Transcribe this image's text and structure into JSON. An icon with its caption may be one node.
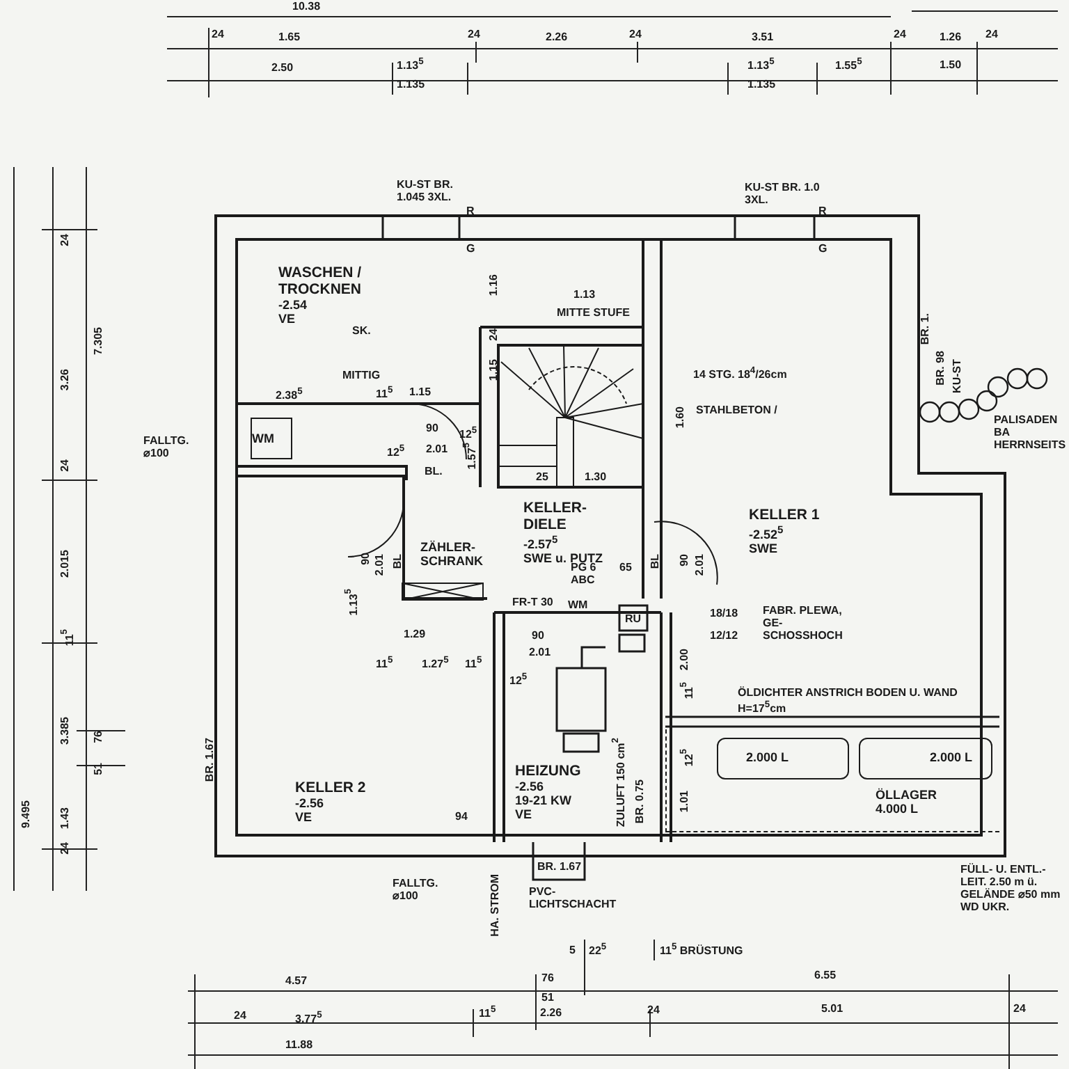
{
  "diagram": {
    "nodes": [
      {
        "text": [
          "WASCHEN / TROCKNEN",
          "-2.54",
          "VE"
        ]
      },
      {
        "text": [
          "WM"
        ],
        "in": 0
      },
      {
        "text": [
          "KELLER-DIELE",
          "-2.57$^{5}$",
          "SWE u. PUTZ"
        ]
      },
      {
        "text": [
          "KELLER 1",
          "-2.52$^{5}$",
          "SWE"
        ]
      },
      {
        "text": [
          "KELLER 2",
          "-2.56",
          "VE"
        ]
      },
      {
        "text": [
          "HEIZUNG",
          "-2.56",
          "19-21 KW",
          "VE"
        ]
      },
      {
        "text": [
          "ÖLLAGER 4.000 L"
        ]
      },
      {
        "text": [
          "2.000 L"
        ],
        "in": 6
      },
      {
        "text": [
          "2.000 L"
        ],
        "in": 6
      },
      {
        "text": [
          "ZÄHLER-SCHRANK"
        ]
      }
    ],
    "labels": [
      "10.38",
      "24",
      "1.65",
      "24",
      "2.26",
      "24",
      "3.51",
      "24",
      "1.26",
      "24",
      "2.50",
      "1.13$^{5}$",
      "1.135",
      "1.13$^{5}$",
      "1.135",
      "1.55$^{5}$",
      "1.50",
      "9.495",
      "24",
      "3.26",
      "24",
      "2.015",
      "11$^{5}$",
      "3.385",
      "76",
      "51",
      "1.43",
      "24",
      "7.305",
      "KU-ST BR. 1.045 3XL.",
      "R",
      "G",
      "KU-ST BR. 1.0 3XL.",
      "R",
      "G",
      "FALLTG. ⌀100",
      "SK.",
      "MITTIG",
      "1.16",
      "1.13",
      "MITTE STUFE",
      "24",
      "1.15",
      "2.38$^{5}$",
      "11$^{5}$",
      "1.15",
      "90",
      "12$^{5}$",
      "12$^{5}$",
      "2.01",
      "BL.",
      "1.57$^{5}$",
      "25",
      "1.30",
      "14 STG. 18$^{4}$/26cm",
      "STAHLBETON /",
      "1.60",
      "PALISADEN BA HERRNSEITS",
      "BR. 1.",
      "BR. 98",
      "KU-ST",
      "90",
      "2.01",
      "BL",
      "1.13$^{5}$",
      "PG 6 ABC",
      "65",
      "BL",
      "90",
      "2.01",
      "FR-T 30",
      "WM",
      "RÜ",
      "18/18",
      "12/12",
      "FABR. PLEWA, GE-SCHOSSHOCH",
      "1.29",
      "90",
      "2.01",
      "11$^{5}$",
      "1.27$^{5}$",
      "11$^{5}$",
      "12$^{5}$",
      "2.00",
      "11$^{5}$",
      "ÖLDICHTER ANSTRICH BODEN U. WAND H=17$^{5}$cm",
      "12$^{5}$",
      "1.01",
      "BR. 1.67",
      "94",
      "ZULUFT 150 cm$^{2}$",
      "BR. 0.75",
      "BR. 1.67",
      "FALLTG. ⌀100",
      "HA. STROM",
      "PVC-LICHTSCHACHT",
      "FÜLL- U. ENTL.-LEIT. 2.50 m ü. GELÄNDE ⌀50 mm WD UKR.",
      "5",
      "22$^{5}$",
      "11$^{5}$ BRÜSTUNG",
      "4.57",
      "76",
      "51",
      "6.55",
      "24",
      "3.77$^{5}$",
      "11$^{5}$",
      "2.26",
      "24",
      "5.01",
      "24",
      "11.88"
    ]
  }
}
